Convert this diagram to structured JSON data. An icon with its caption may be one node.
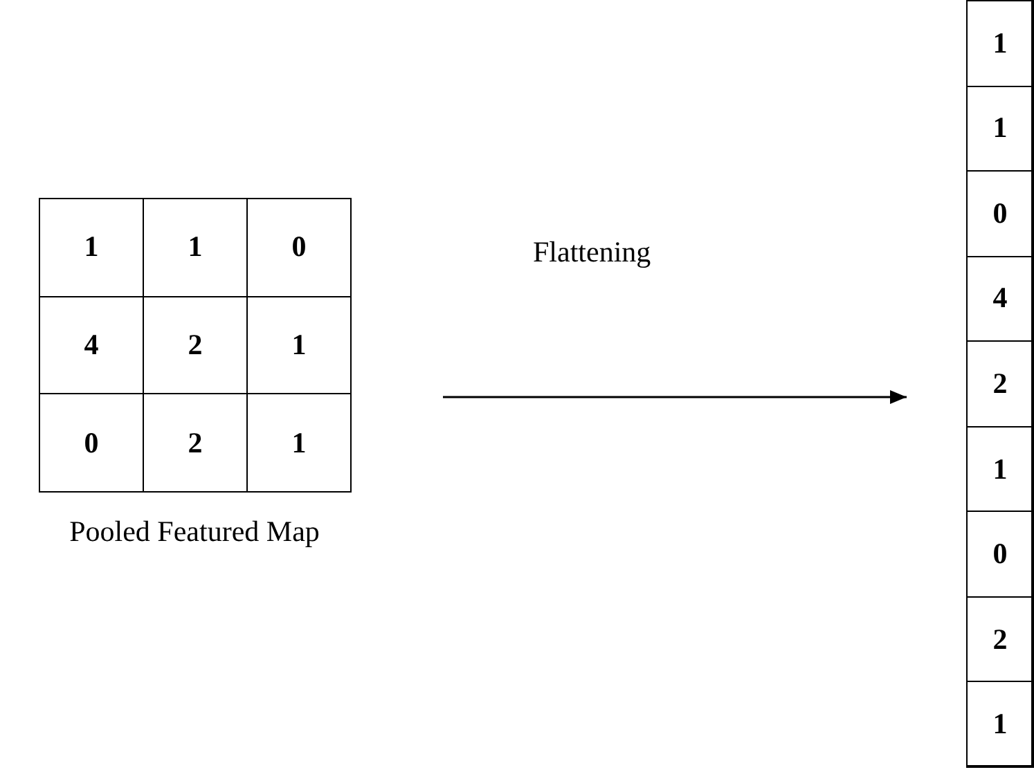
{
  "diagram": {
    "nodes": [
      {
        "text": [
          "Pooled Featured Map"
        ]
      },
      {
        "text": [
          "1"
        ],
        "in": 0
      },
      {
        "text": [
          "1"
        ],
        "in": 0
      },
      {
        "text": [
          "0"
        ],
        "in": 0
      },
      {
        "text": [
          "4"
        ],
        "in": 0
      },
      {
        "text": [
          "2"
        ],
        "in": 0
      },
      {
        "text": [
          "1"
        ],
        "in": 0
      },
      {
        "text": [
          "0"
        ],
        "in": 0
      },
      {
        "text": [
          "2"
        ],
        "in": 0
      },
      {
        "text": [
          "1"
        ],
        "in": 0
      },
      {
        "text": [],
        "shape": "box"
      },
      {
        "text": [
          "1"
        ],
        "in": 10
      },
      {
        "text": [
          "1"
        ],
        "in": 10
      },
      {
        "text": [
          "0"
        ],
        "in": 10
      },
      {
        "text": [
          "4"
        ],
        "in": 10
      },
      {
        "text": [
          "2"
        ],
        "in": 10
      },
      {
        "text": [
          "1"
        ],
        "in": 10
      },
      {
        "text": [
          "0"
        ],
        "in": 10
      },
      {
        "text": [
          "2"
        ],
        "in": 10
      },
      {
        "text": [
          "1"
        ],
        "in": 10
      }
    ],
    "edges": [
      {
        "from": 0,
        "to": 10,
        "arrow": "to",
        "label": "Flattening"
      }
    ]
  }
}
